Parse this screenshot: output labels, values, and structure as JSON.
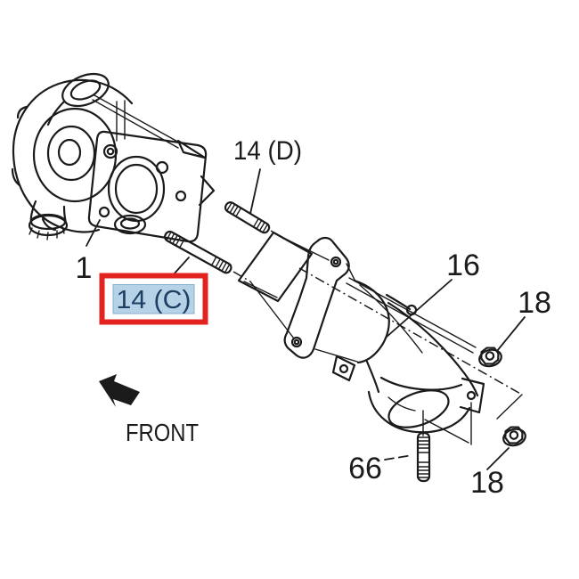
{
  "diagram": {
    "background_color": "#ffffff",
    "line_color": "#1b1b1b",
    "front_indicator": {
      "label": "FRONT"
    },
    "selected_callout": {
      "label": "14 (C)",
      "box_border_color": "#e2231f",
      "box_fill_color": "#b6d2e7",
      "label_color": "#1d3f63"
    },
    "callouts": {
      "turbocharger": {
        "label": "1"
      },
      "stud_14d": {
        "label": "14 (D)"
      },
      "exhaust_adapter": {
        "label": "16"
      },
      "nut_upper": {
        "label": "18"
      },
      "nut_lower": {
        "label": "18"
      },
      "stud_66": {
        "label": "66"
      }
    }
  }
}
